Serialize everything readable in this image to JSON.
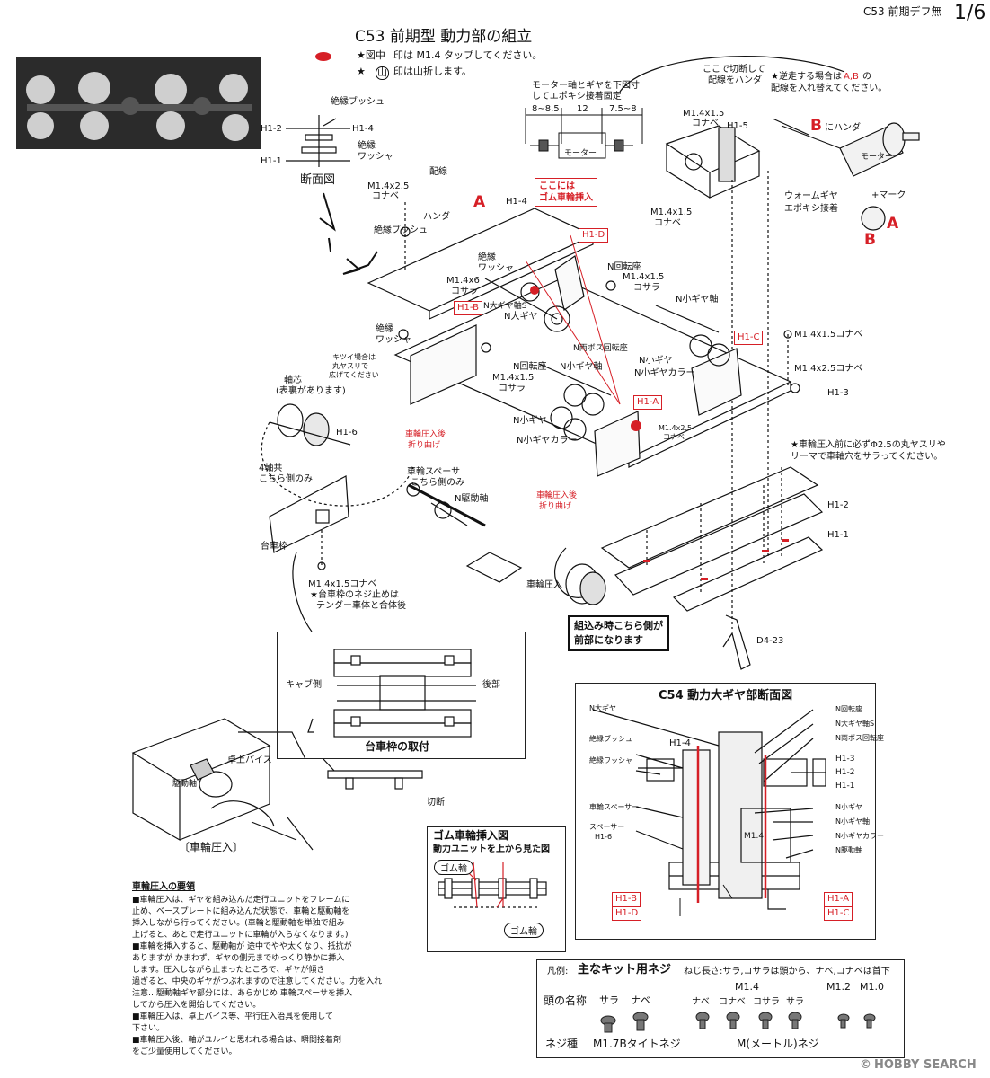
{
  "header": {
    "doc_label": "C53 前期デフ無",
    "page": "1/6",
    "title": "C53 前期型 動力部の組立",
    "note1_prefix": "★図中",
    "note1_suffix": "印は M1.4 タップしてください。",
    "note2_prefix": "★",
    "note2_symbol": "山",
    "note2_suffix": "印は山折します。"
  },
  "section_view": {
    "insul_bush": "絶縁ブッシュ",
    "h1_2": "H1-2",
    "h1_4": "H1-4",
    "h1_1": "H1-1",
    "insul_washer_1": "絶縁",
    "insul_washer_2": "ワッシャ",
    "caption": "断面図"
  },
  "motor_note": {
    "line1": "モーター軸とギヤを下図寸",
    "line2": "してエポキシ接着固定",
    "dim_left": "8~8.5",
    "dim_mid": "12",
    "dim_right": "7.5~8",
    "motor": "モーター"
  },
  "top_right": {
    "cut_note_1": "ここで切断して",
    "cut_note_2": "配線をハンダ",
    "reverse_1": "★逆走する場合は",
    "reverse_ab": "A,B",
    "reverse_1b": "の",
    "reverse_2": "配線を入れ替えてください。",
    "screw_1": "M1.4x1.5",
    "screw_1b": "コナベ",
    "h1_5": "H1-5",
    "b_solder_letter": "B",
    "b_solder": "にハンダ",
    "motor2": "モーター",
    "worm_1": "ウォームギヤ",
    "worm_2": "エポキシ接着",
    "plus_mark": "+マーク",
    "A": "A",
    "B": "B",
    "screw_2": "M1.4x1.5",
    "screw_2b": "コナベ"
  },
  "main": {
    "wiring": "配線",
    "A_letter": "A",
    "screw_a_1": "M1.4x2.5",
    "screw_a_2": "コナベ",
    "insul_bush": "絶縁ブッシュ",
    "solder": "ハンダ",
    "h1_4": "H1-4",
    "rubber_1": "ここには",
    "rubber_2": "ゴム車輪挿入",
    "h1_d": "H1-D",
    "insul_washer_a": "絶縁",
    "insul_washer_b": "ワッシャ",
    "m14x6": "M1.4x6",
    "kosara": "コサラ",
    "n_turntable": "N回転座",
    "m14x15": "M1.4x1.5",
    "kosara2": "コサラ",
    "h1_b": "H1-B",
    "n_big_shaft_s": "N大ギヤ軸S",
    "n_big_gear": "N大ギヤ",
    "n_small_shaft": "N小ギヤ軸",
    "n_double_boss": "N両ボス回転座",
    "h1_c": "H1-C",
    "screw_c": "M1.4x1.5コナベ",
    "insul_washer2_a": "絶縁",
    "insul_washer2_b": "ワッシャ",
    "tight_1": "キツイ場合は",
    "tight_2": "丸ヤスリで",
    "tight_3": "広げてください",
    "axle_1": "軸芯",
    "axle_2": "(表裏があります)",
    "n_turntable2": "N回転座",
    "m14x15b": "M1.4x1.5",
    "kosara3": "コサラ",
    "n_small_shaft2": "N小ギヤ軸",
    "n_small_gear": "N小ギヤ",
    "n_small_collar": "N小ギヤカラー",
    "m14x25kona": "M1.4x2.5コナベ",
    "h1_3": "H1-3",
    "h1_a": "H1-A",
    "m14x25b_1": "M1.4x2.5",
    "m14x25b_2": "コナベ",
    "n_small_gear2": "N小ギヤ",
    "n_small_collar2": "N小ギヤカラー",
    "h1_6": "H1-6",
    "bend_1a": "車輪圧入後",
    "bend_1b": "折り曲げ",
    "four_axle_1": "4軸共",
    "four_axle_2": "こちら側のみ",
    "wheel_spacer_1": "車輪スペーサ",
    "wheel_spacer_2": "こちら側のみ",
    "n_drive_axle": "N駆動軸",
    "bend_2a": "車輪圧入後",
    "bend_2b": "折り曲げ",
    "ream_note": "★車輪圧入前に必ずΦ2.5の丸ヤスリやリーマで車軸穴をサラってください。",
    "h1_2": "H1-2",
    "h1_1": "H1-1",
    "bogie_frame": "台車枠",
    "wheel_press": "車輪圧入",
    "bogie_screw": "M1.4x1.5コナベ",
    "bogie_note_1": "★台車枠のネジ止めは",
    "bogie_note_2": "テンダー車体と合体後",
    "front_1": "組込み時こちら側が",
    "front_2": "前部になります",
    "d4_23": "D4-23"
  },
  "bogie_box": {
    "cab_side": "キャブ側",
    "rear": "後部",
    "caption": "台車枠の取付",
    "cut": "切断"
  },
  "vise": {
    "axle": "駆動軸",
    "vise": "卓上バイス",
    "caption": "〔車輪圧入〕"
  },
  "instructions": {
    "title": "車輪圧入の要領",
    "lines": [
      "■車輪圧入は、ギヤを組み込んだ走行ユニットをフレームに",
      "止め、ベースプレートに組み込んだ状態で、車輪と駆動軸を",
      "挿入しながら行ってください。(車輪と駆動軸を単独で組み",
      "上げると、あとで走行ユニットに車輪が入らなくなります。)",
      "■車輪を挿入すると、駆動軸が 途中でやや太くなり、抵抗が",
      "ありますが かまわず、ギヤの側元までゆっくり静かに挿入",
      "します。圧入しながら止まったところで、ギヤが傾き",
      "過ぎると、中央のギヤがつぶれますので注意してください。力を入れ",
      "注意…駆動軸ギヤ部分には、あらかじめ 車輪スペーサを挿入",
      "してから圧入を開始してください。",
      "■車輪圧入は、卓上バイス等、平行圧入治具を使用して",
      "下さい。",
      "■車輪圧入後、軸がユルイと思われる場合は、瞬間接着剤",
      "をご少量使用してください。"
    ]
  },
  "rubber_box": {
    "title": "ゴム車輪挿入図",
    "subtitle": "動力ユニットを上から見た図",
    "top_label": "ゴム輪",
    "bottom_label": "ゴム輪"
  },
  "gear_section": {
    "title": "C54 動力大ギヤ部断面図",
    "left": [
      "N大ギヤ",
      "絶縁ブッシュ",
      "H1-4",
      "絶縁ワッシャ",
      "車輪スペーサー",
      "スペーサー",
      "H1-6"
    ],
    "right": [
      "N回転座",
      "N大ギヤ軸S",
      "N両ボス回転座",
      "H1-3",
      "H1-2",
      "H1-1",
      "N小ギヤ",
      "N小ギヤ軸",
      "N小ギヤカラー",
      "N駆動軸"
    ],
    "m14": "M1.4",
    "h1_b": "H1-B",
    "h1_d": "H1-D",
    "h1_a": "H1-A",
    "h1_c": "H1-C"
  },
  "screw_legend": {
    "example": "凡例:",
    "title": "主なキット用ネジ",
    "note": "ねじ長さ:サラ,コサラは頭から、ナベ,コナベは首下",
    "m14": "M1.4",
    "m12": "M1.2",
    "m10": "M1.0",
    "head_label": "頭の名称",
    "sara": "サラ",
    "nabe": "ナベ",
    "nabe2": "ナベ",
    "konabe": "コナベ",
    "kosara": "コサラ",
    "sara2": "サラ",
    "type_label": "ネジ種",
    "type_1": "M1.7Bタイトネジ",
    "type_2": "M(メートル)ネジ"
  },
  "watermark": {
    "text": "HOBBY SEARCH",
    "copyright": "©"
  },
  "colors": {
    "accent_red": "#d61f26",
    "ink": "#111111"
  }
}
